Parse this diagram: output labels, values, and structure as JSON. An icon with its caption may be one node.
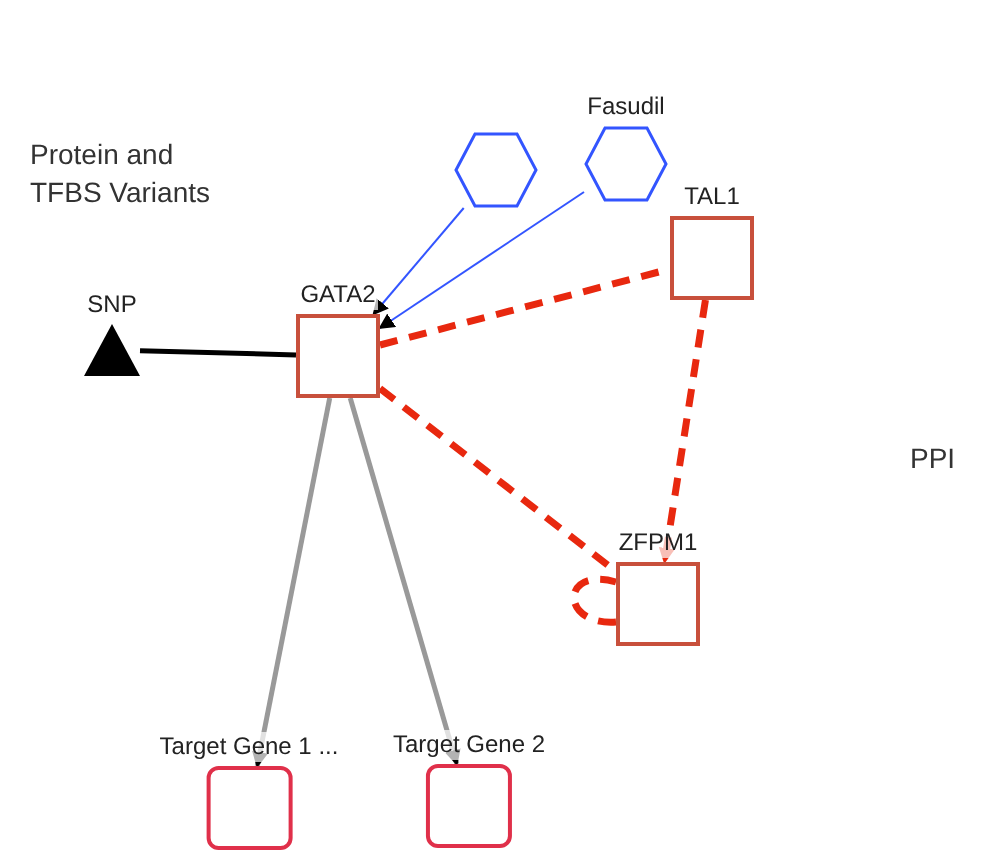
{
  "diagram": {
    "nodes": [
      {
        "text": [
          "SNP"
        ]
      },
      {
        "text": [
          "GATA2"
        ]
      },
      {
        "text": [],
        "shape": "hexagon"
      },
      {
        "text": [
          "Fasudil"
        ]
      },
      {
        "text": [
          "TAL1"
        ]
      },
      {
        "text": [
          "ZFPM1"
        ]
      },
      {
        "text": [
          "Target Gene 1 ..."
        ]
      },
      {
        "text": [
          "Target Gene 2"
        ]
      }
    ],
    "edges": [
      {
        "from": 1,
        "to": 0,
        "arrow": "none",
        "color": "#000000"
      },
      {
        "from": 2,
        "to": 1,
        "arrow": "to",
        "color": "#3355ff"
      },
      {
        "from": 3,
        "to": 1,
        "arrow": "to",
        "color": "#3355ff"
      },
      {
        "from": 1,
        "to": 4,
        "arrow": "none",
        "style": "dashed",
        "color": "#e8280f"
      },
      {
        "from": 1,
        "to": 5,
        "arrow": "none",
        "style": "dashed",
        "color": "#e8280f"
      },
      {
        "from": 4,
        "to": 5,
        "arrow": "to",
        "style": "dashed",
        "color": "#e8280f"
      },
      {
        "from": 5,
        "to": 5,
        "arrow": "none",
        "style": "dashed",
        "color": "#e8280f"
      },
      {
        "from": 1,
        "to": 6,
        "arrow": "to",
        "color": "#999999"
      },
      {
        "from": 1,
        "to": 7,
        "arrow": "to",
        "color": "#999999"
      }
    ],
    "labels": [
      "Protein and TFBS Variants",
      "PPI"
    ]
  }
}
